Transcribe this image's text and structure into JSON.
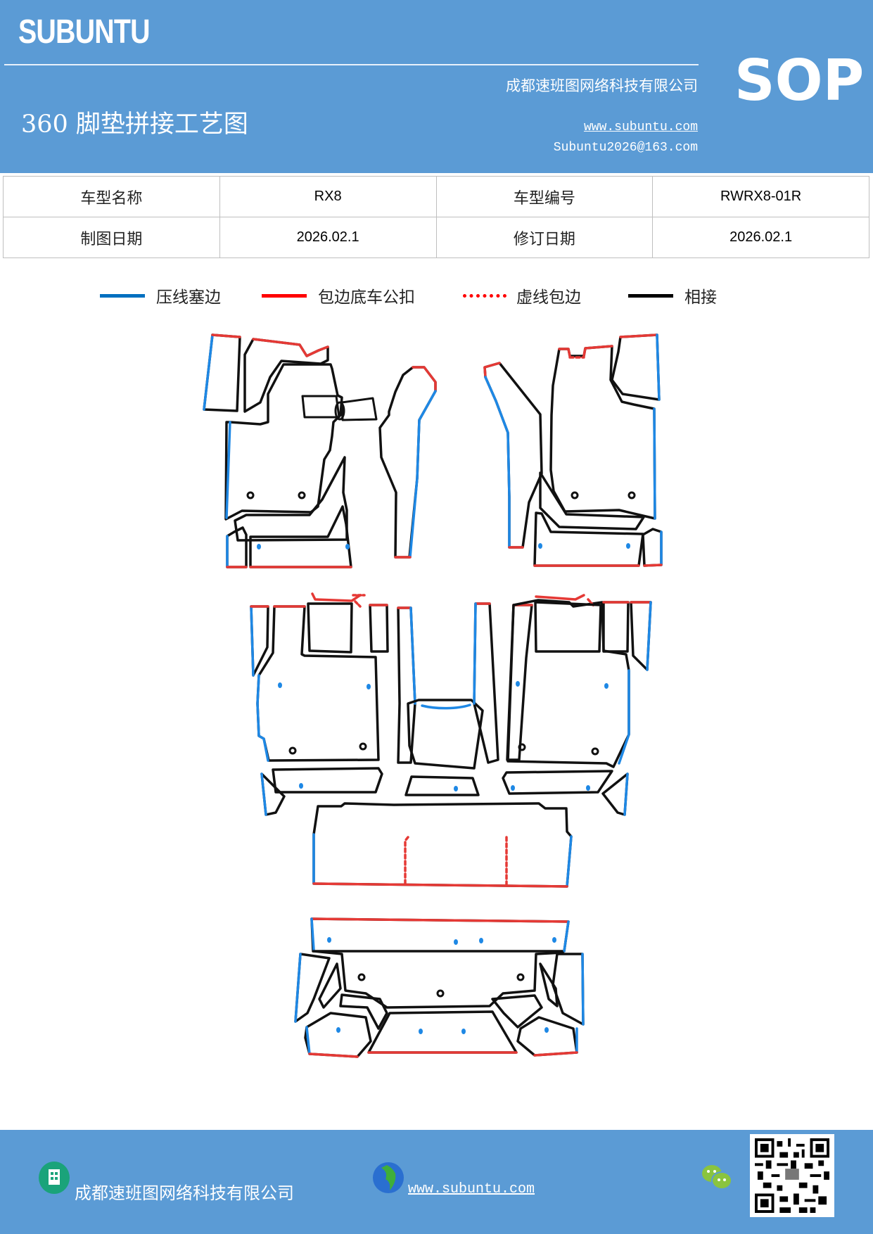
{
  "header": {
    "brand": "SUBUNTU",
    "title": "360 脚垫拼接工艺图",
    "company": "成都速班图网络科技有限公司",
    "website": "www.subuntu.com",
    "email": "Subuntu2026@163.com",
    "badge": "SOP"
  },
  "info_table": {
    "rows": [
      {
        "label1": "车型名称",
        "value1": "RX8",
        "label2": "车型编号",
        "value2": "RWRX8-01R"
      },
      {
        "label1": "制图日期",
        "value1": "2026.02.1",
        "label2": "修订日期",
        "value2": "2026.02.1"
      }
    ]
  },
  "legend": {
    "items": [
      {
        "label": "压线塞边",
        "color": "#0070c0",
        "style": "solid"
      },
      {
        "label": "包边底车公扣",
        "color": "#ff0000",
        "style": "solid"
      },
      {
        "label": "虚线包边",
        "color": "#ff0000",
        "style": "dotted"
      },
      {
        "label": "相接",
        "color": "#000000",
        "style": "solid"
      }
    ]
  },
  "diagram": {
    "description": "Car floor mat splicing layout: front driver/passenger sections, second-row sections, center tunnel, trunk sections",
    "colors": {
      "seam": "#1e88e5",
      "edge": "#e53935",
      "joint": "#111111"
    }
  },
  "footer": {
    "company": "成都速班图网络科技有限公司",
    "website": "www.subuntu.com",
    "icons": [
      "building-icon",
      "globe-icon",
      "wechat-icon",
      "qr-code"
    ]
  }
}
